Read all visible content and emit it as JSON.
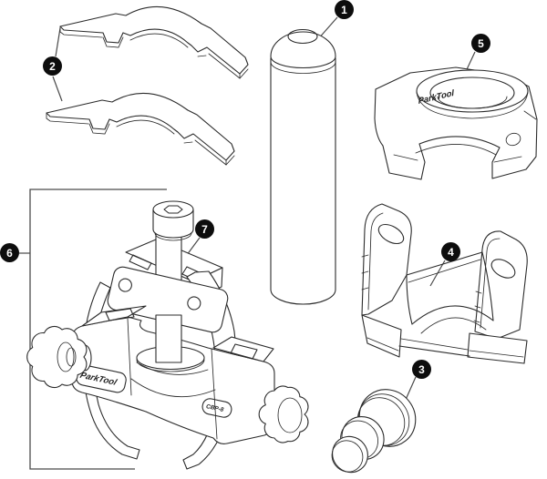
{
  "diagram": {
    "colors": {
      "background": "#ffffff",
      "line": "#2b2b2b",
      "callout_line": "#4a4a4a",
      "badge_bg": "#0d0d0d",
      "badge_text": "#ffffff"
    },
    "callouts": [
      {
        "number": "1",
        "target": "adaptor-sleeve"
      },
      {
        "number": "2",
        "target": "backing-plates"
      },
      {
        "number": "3",
        "target": "stepped-bushing"
      },
      {
        "number": "4",
        "target": "support-bracket"
      },
      {
        "number": "5",
        "target": "bearing-clamp"
      },
      {
        "number": "6",
        "target": "puller-group"
      },
      {
        "number": "7",
        "target": "puller-screw-assembly"
      }
    ],
    "branding": {
      "clamp_logo": "ParkTool",
      "body_logo": "ParkTool",
      "model_label": "CBP-8"
    }
  }
}
